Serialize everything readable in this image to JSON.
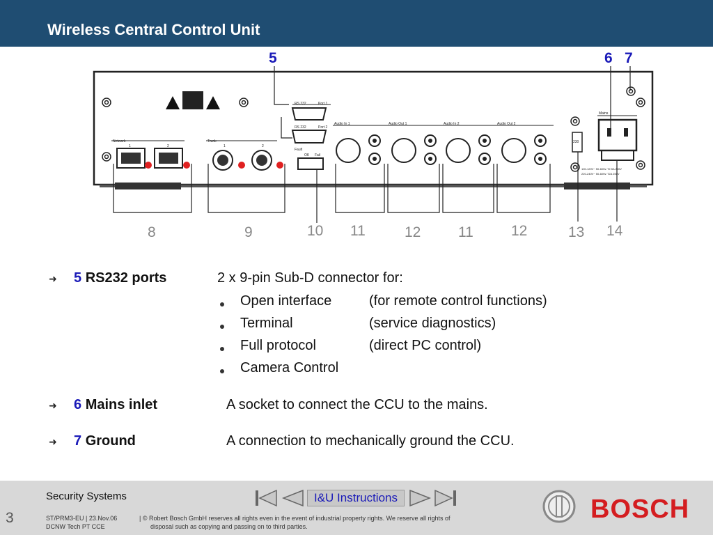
{
  "header": {
    "title": "Wireless Central Control Unit"
  },
  "callouts": {
    "top": [
      "5",
      "6",
      "7"
    ],
    "bottom": [
      "8",
      "9",
      "10",
      "11",
      "12",
      "11",
      "12",
      "13",
      "14"
    ]
  },
  "panel_labels": {
    "network": "Network",
    "trunk": "Trunk",
    "rs232_1": "RS 232",
    "port1": "Port 1",
    "rs232_2": "RS 232",
    "port2": "Port 2",
    "audio_in_1": "Audio In 1",
    "audio_out_1": "Audio Out 1",
    "audio_in_2": "Audio In 2",
    "audio_out_2": "Audio Out 2",
    "mains": "Mains",
    "fault": "Fault",
    "fault_ok": "OK",
    "fault_fail": "Fail",
    "num1a": "1",
    "num2a": "2",
    "num1b": "1",
    "num2b": "2",
    "volt": "230",
    "spec1": "100-120V~  50-60Hz  T2.5A 250V",
    "spec2": "220-240V~  50-60Hz  T2A 250V"
  },
  "content": {
    "rs232": {
      "num": "5",
      "label": "RS232 ports",
      "desc": "2 x 9-pin Sub-D connector for:",
      "items": [
        {
          "name": "Open interface",
          "note": "(for remote control functions)"
        },
        {
          "name": "Terminal",
          "note": "(service diagnostics)"
        },
        {
          "name": "Full protocol",
          "note": "(direct PC control)"
        },
        {
          "name": "Camera Control",
          "note": ""
        }
      ]
    },
    "mains": {
      "num": "6",
      "label": "Mains inlet",
      "desc": "A socket to connect the CCU to the mains."
    },
    "ground": {
      "num": "7",
      "label": "Ground",
      "desc": "A connection to mechanically ground the CCU."
    }
  },
  "footer": {
    "left_title": "Security Systems",
    "page": "3",
    "meta_line1": "ST/PRM3-EU  |  23.Nov.06",
    "meta_line2": "DCNW Tech PT CCE",
    "copyright_line1": "| © Robert Bosch GmbH reserves all rights even in the event of industrial property rights. We reserve all rights of",
    "copyright_line2": "disposal such as copying and passing on to third parties.",
    "nav_label": "I&U Instructions",
    "brand": "BOSCH"
  },
  "colors": {
    "header_bg": "#1f4d72",
    "callout_blue": "#1a1ab8",
    "brand_red": "#d41d20",
    "footer_bg": "#d8d8d8"
  }
}
